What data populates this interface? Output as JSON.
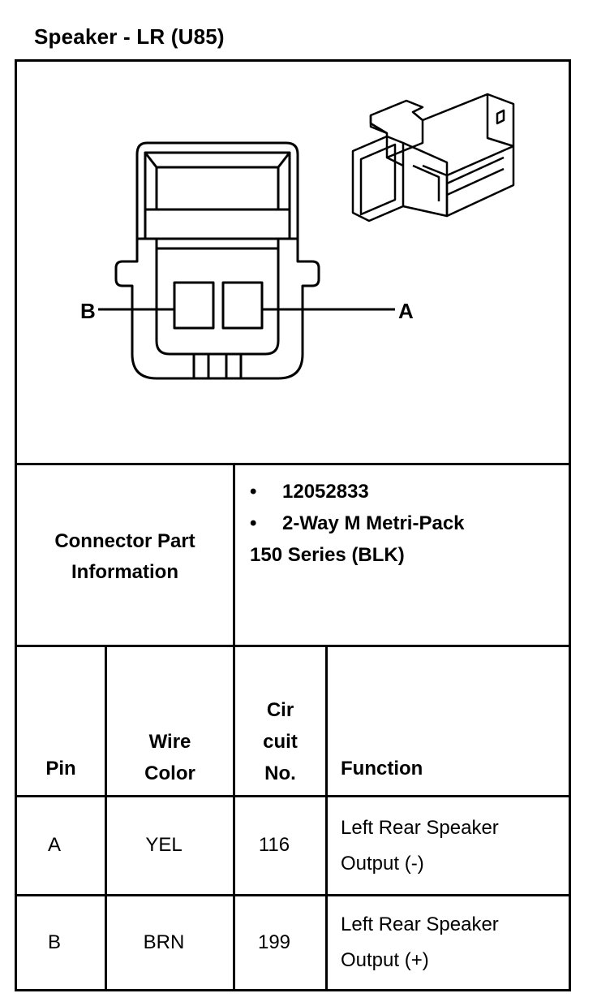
{
  "title": "Speaker - LR (U85)",
  "diagram": {
    "pin_label_left": "B",
    "pin_label_right": "A"
  },
  "connector_info": {
    "label_line1": "Connector Part",
    "label_line2": "Information",
    "items": [
      "12052833",
      "2-Way M Metri-Pack"
    ],
    "continuation": "150 Series (BLK)"
  },
  "table": {
    "headers": {
      "pin": "Pin",
      "wire_color_1": "Wire",
      "wire_color_2": "Color",
      "circuit_1": "Cir",
      "circuit_2": "cuit",
      "circuit_3": "No.",
      "function": "Function"
    },
    "rows": [
      {
        "pin": "A",
        "wire_color": "YEL",
        "circuit": "116",
        "function_1": "Left Rear Speaker",
        "function_2": "Output (-)"
      },
      {
        "pin": "B",
        "wire_color": "BRN",
        "circuit": "199",
        "function_1": "Left Rear Speaker",
        "function_2": "Output (+)"
      }
    ]
  }
}
